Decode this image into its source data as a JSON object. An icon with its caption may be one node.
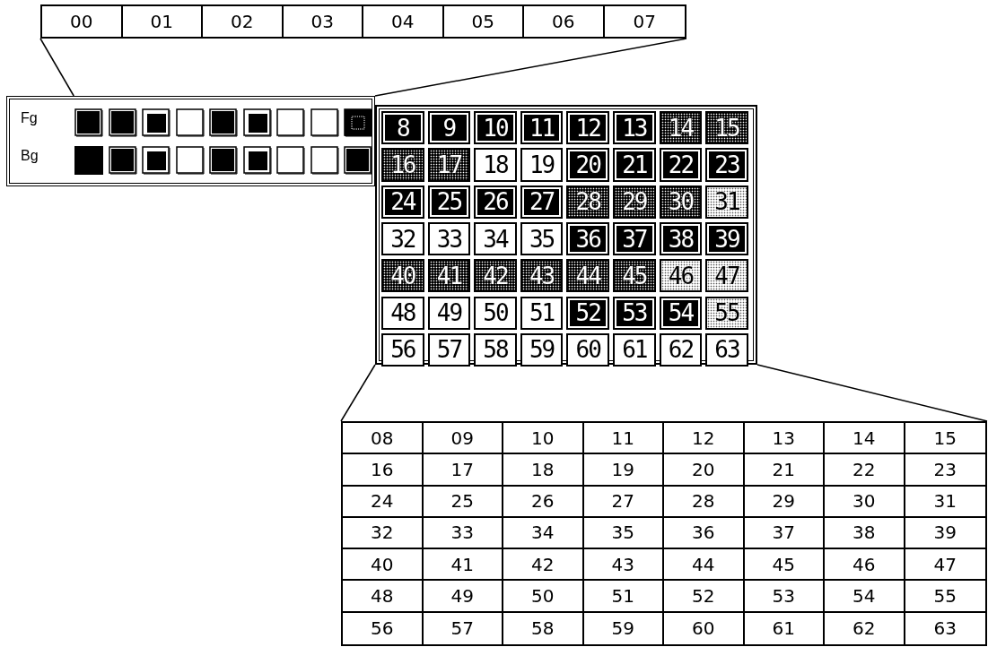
{
  "diagram": {
    "nodes": [
      {
        "text": [
          "00",
          "01",
          "02",
          "03",
          "04",
          "05",
          "06",
          "07"
        ]
      },
      {
        "text": [
          "Fg",
          "Bg"
        ]
      },
      {
        "text": [
          "8",
          "9",
          "10",
          "11",
          "12",
          "13",
          "14",
          "15",
          "16",
          "17",
          "18",
          "19",
          "20",
          "21",
          "22",
          "23",
          "24",
          "25",
          "26",
          "27",
          "28",
          "29",
          "30",
          "31",
          "32",
          "33",
          "34",
          "35",
          "36",
          "37",
          "38",
          "39",
          "40",
          "41",
          "42",
          "43",
          "44",
          "45",
          "46",
          "47",
          "48",
          "49",
          "50",
          "51",
          "52",
          "53",
          "54",
          "55",
          "56",
          "57",
          "58",
          "59",
          "60",
          "61",
          "62",
          "63"
        ]
      },
      {
        "text": [
          "08",
          "09",
          "10",
          "11",
          "12",
          "13",
          "14",
          "15",
          "16",
          "17",
          "18",
          "19",
          "20",
          "21",
          "22",
          "23",
          "24",
          "25",
          "26",
          "27",
          "28",
          "29",
          "30",
          "31",
          "32",
          "33",
          "34",
          "35",
          "36",
          "37",
          "38",
          "39",
          "40",
          "41",
          "42",
          "43",
          "44",
          "45",
          "46",
          "47",
          "48",
          "49",
          "50",
          "51",
          "52",
          "53",
          "54",
          "55",
          "56",
          "57",
          "58",
          "59",
          "60",
          "61",
          "62",
          "63"
        ]
      }
    ],
    "edges": [
      {
        "from": 0,
        "to": 1,
        "arrow": "none"
      },
      {
        "from": 0,
        "to": 1,
        "arrow": "none"
      },
      {
        "from": 2,
        "to": 3,
        "arrow": "none"
      },
      {
        "from": 2,
        "to": 3,
        "arrow": "none"
      }
    ]
  }
}
